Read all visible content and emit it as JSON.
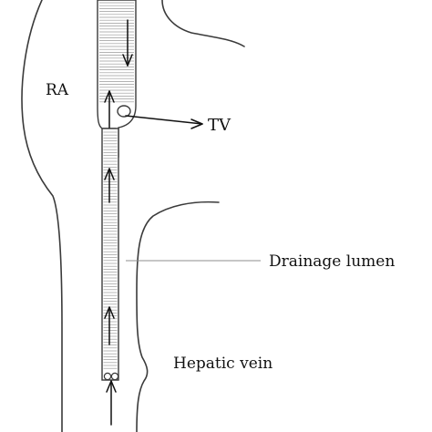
{
  "labels": {
    "ra": "RA",
    "tv": "TV",
    "drainage_lumen": "Drainage lumen",
    "hepatic_vein": "Hepatic vein"
  },
  "colors": {
    "outline": "#3a3a3a",
    "catheter_stripe": "#9a9a9a",
    "arrow": "#111111",
    "leader_line": "#8c8c8c",
    "background": "#ffffff"
  }
}
